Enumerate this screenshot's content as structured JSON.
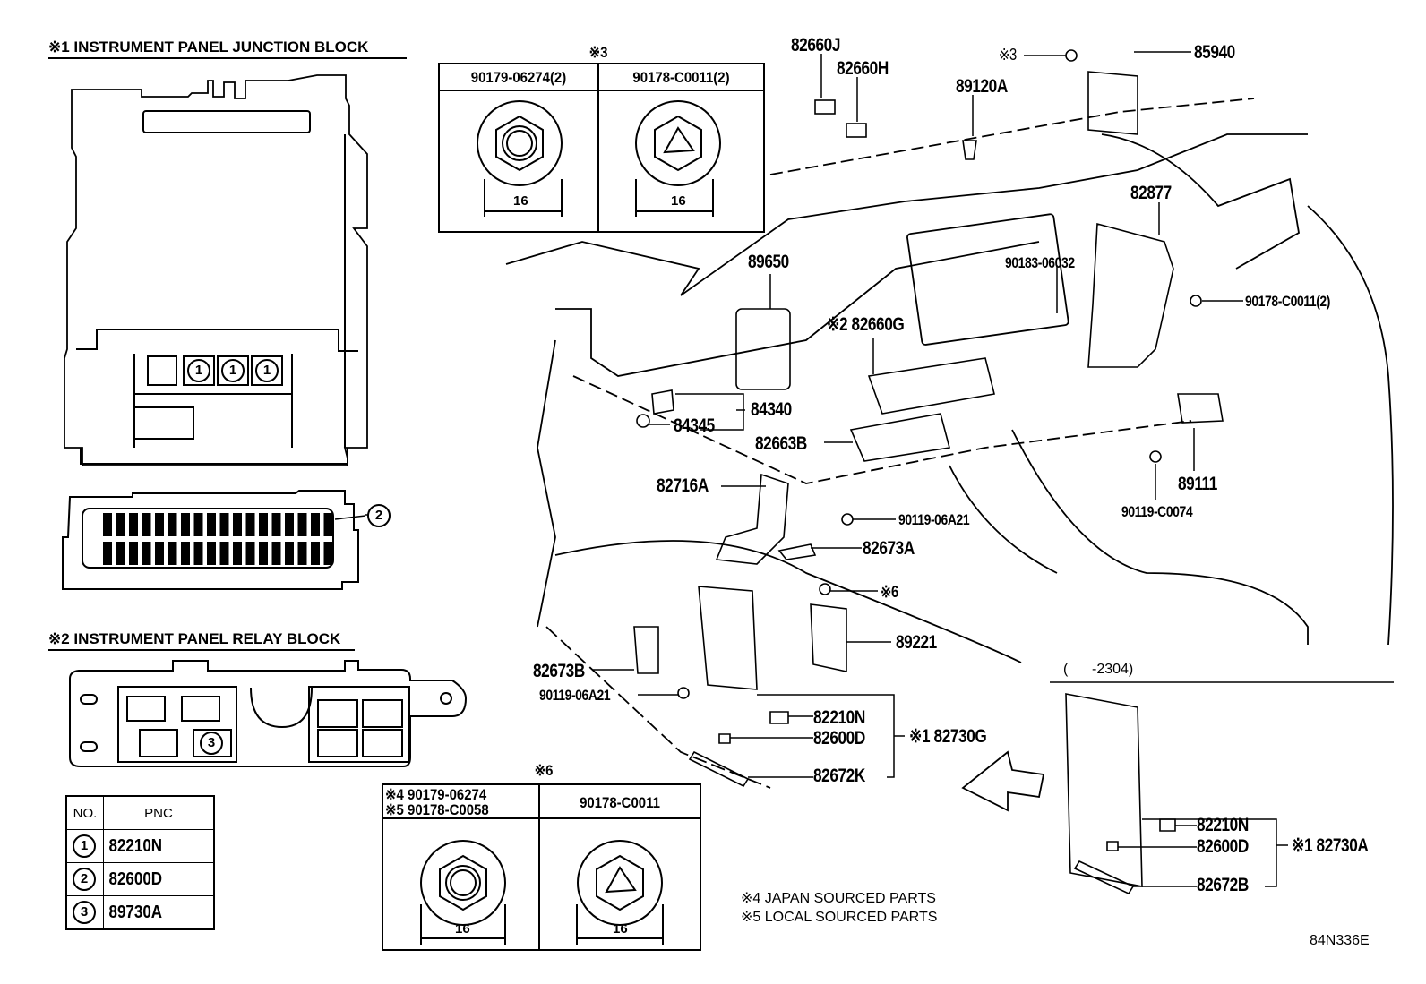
{
  "diagram_id": "84N336E",
  "sections": {
    "junction_block": {
      "title": "※1 INSTRUMENT PANEL JUNCTION BLOCK",
      "callouts": [
        "1",
        "1",
        "1",
        "2"
      ]
    },
    "relay_block": {
      "title": "※2 INSTRUMENT PANEL RELAY BLOCK",
      "callouts": [
        "3"
      ]
    }
  },
  "pnc_table": {
    "headers": {
      "no": "NO.",
      "pnc": "PNC"
    },
    "rows": [
      {
        "no": "1",
        "pnc": "82210N"
      },
      {
        "no": "2",
        "pnc": "82600D"
      },
      {
        "no": "3",
        "pnc": "89730A"
      }
    ]
  },
  "fastener_box_3": {
    "title": "※3",
    "columns": [
      {
        "part": "90179-06274(2)",
        "dimension": "16"
      },
      {
        "part": "90178-C0011(2)",
        "dimension": "16"
      }
    ]
  },
  "fastener_box_6": {
    "title": "※6",
    "columns": [
      {
        "part_line1": "※4 90179-06274",
        "part_line2": "※5 90178-C0058",
        "dimension": "16"
      },
      {
        "part": "90178-C0011",
        "dimension": "16"
      }
    ]
  },
  "part_labels": {
    "p82660J": "82660J",
    "p82660H": "82660H",
    "p89120A": "89120A",
    "ref3": "※3",
    "p85940": "85940",
    "p82877": "82877",
    "p90183_06032": "90183-06032",
    "p90178_C0011_2": "90178-C0011(2)",
    "p89650": "89650",
    "p82660G": "※2 82660G",
    "p84340": "84340",
    "p84345": "84345",
    "p82663B": "82663B",
    "p89111": "89111",
    "p90119_C0074": "90119-C0074",
    "p82716A": "82716A",
    "p90119_06A21_a": "90119-06A21",
    "p82673A": "82673A",
    "ref6": "※6",
    "p89221": "89221",
    "p82673B": "82673B",
    "p90119_06A21_b": "90119-06A21",
    "p82210N": "82210N",
    "p82600D": "82600D",
    "p82672K": "82672K",
    "p82730G": "※1 82730G"
  },
  "variant_box": {
    "range": "(      -2304)",
    "p82210N": "82210N",
    "p82600D": "82600D",
    "p82672B": "82672B",
    "p82730A": "※1 82730A"
  },
  "notes": [
    "※4 JAPAN SOURCED PARTS",
    "※5 LOCAL SOURCED PARTS"
  ]
}
